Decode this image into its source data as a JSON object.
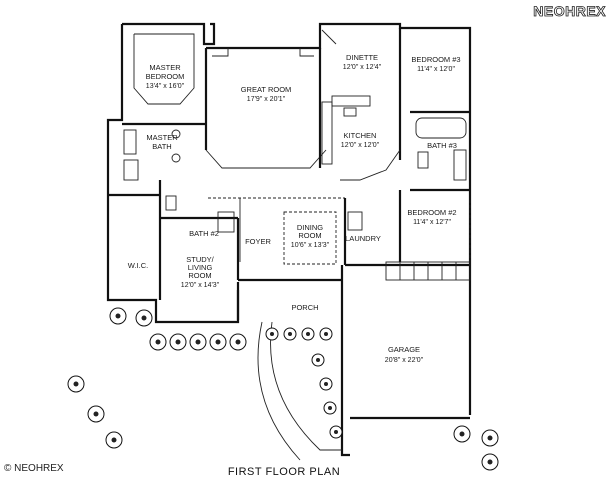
{
  "watermark": {
    "top": "NEOHREX",
    "bottom": "© NEOHREX"
  },
  "plan_title": "FIRST FLOOR PLAN",
  "rooms": {
    "master_bedroom": {
      "name_1": "MASTER",
      "name_2": "BEDROOM",
      "dim": "13'4\" x 16'0\""
    },
    "master_bath": {
      "name_1": "MASTER",
      "name_2": "BATH"
    },
    "wic": {
      "name": "W.I.C."
    },
    "great_room": {
      "name": "GREAT ROOM",
      "dim": "17'9\" x 20'1\""
    },
    "dinette": {
      "name": "DINETTE",
      "dim": "12'0\" x 12'4\""
    },
    "kitchen": {
      "name": "KITCHEN",
      "dim": "12'0\" x 12'0\""
    },
    "bedroom_3": {
      "name": "BEDROOM #3",
      "dim": "11'4\" x 12'0\""
    },
    "bath_3": {
      "name": "BATH #3"
    },
    "bedroom_2": {
      "name": "BEDROOM #2",
      "dim": "11'4\" x 12'7\""
    },
    "bath_2": {
      "name": "BATH #2"
    },
    "foyer": {
      "name": "FOYER"
    },
    "dining_room": {
      "name_1": "DINING",
      "name_2": "ROOM",
      "dim": "10'6\" x 13'3\""
    },
    "laundry": {
      "name": "LAUNDRY"
    },
    "study": {
      "name_1": "STUDY/",
      "name_2": "LIVING",
      "name_3": "ROOM",
      "dim": "12'0\" x 14'3\""
    },
    "porch": {
      "name": "PORCH"
    },
    "garage": {
      "name": "GARAGE",
      "dim": "20'8\" x 22'0\""
    }
  }
}
